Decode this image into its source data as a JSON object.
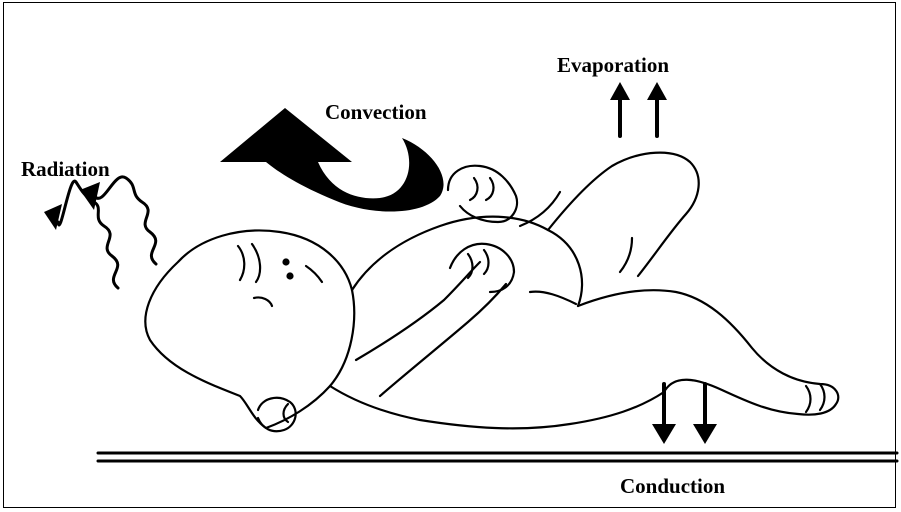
{
  "labels": {
    "radiation": "Radiation",
    "convection": "Convection",
    "evaporation": "Evaporation",
    "conduction": "Conduction"
  },
  "colors": {
    "ink": "#000000",
    "background": "#ffffff"
  },
  "icons": [
    "radiation-wave-arrow-icon",
    "convection-curved-arrow-icon",
    "evaporation-up-arrow-icon",
    "conduction-down-arrow-icon"
  ]
}
